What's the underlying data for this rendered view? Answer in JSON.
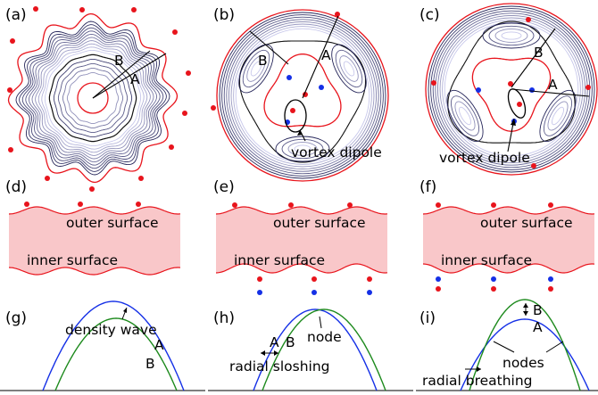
{
  "panels": {
    "a": {
      "label": "(a)",
      "line_a": "A",
      "line_b": "B"
    },
    "b": {
      "label": "(b)",
      "line_a": "A",
      "line_b": "B",
      "annotation": "vortex dipole"
    },
    "c": {
      "label": "(c)",
      "line_a": "A",
      "line_b": "B",
      "annotation": "vortex dipole"
    },
    "d": {
      "label": "(d)",
      "outer": "outer surface",
      "inner": "inner surface"
    },
    "e": {
      "label": "(e)",
      "outer": "outer surface",
      "inner": "inner surface"
    },
    "f": {
      "label": "(f)",
      "outer": "outer surface",
      "inner": "inner surface"
    },
    "g": {
      "label": "(g)",
      "annotation": "density wave",
      "curve_a": "A",
      "curve_b": "B"
    },
    "h": {
      "label": "(h)",
      "annotation": "node",
      "mode": "radial sloshing",
      "curve_a": "A",
      "curve_b": "B"
    },
    "i": {
      "label": "(i)",
      "annotation": "nodes",
      "mode": "radial breathing",
      "curve_a": "A",
      "curve_b": "B"
    }
  },
  "colors": {
    "red_marker": "#e8141c",
    "blue_marker": "#1530e6",
    "contour": "#26265a",
    "boundary": "#e8141c",
    "fill": "#f9c7c9",
    "curve_a": "#1530e6",
    "curve_b": "#1d8a1d"
  }
}
